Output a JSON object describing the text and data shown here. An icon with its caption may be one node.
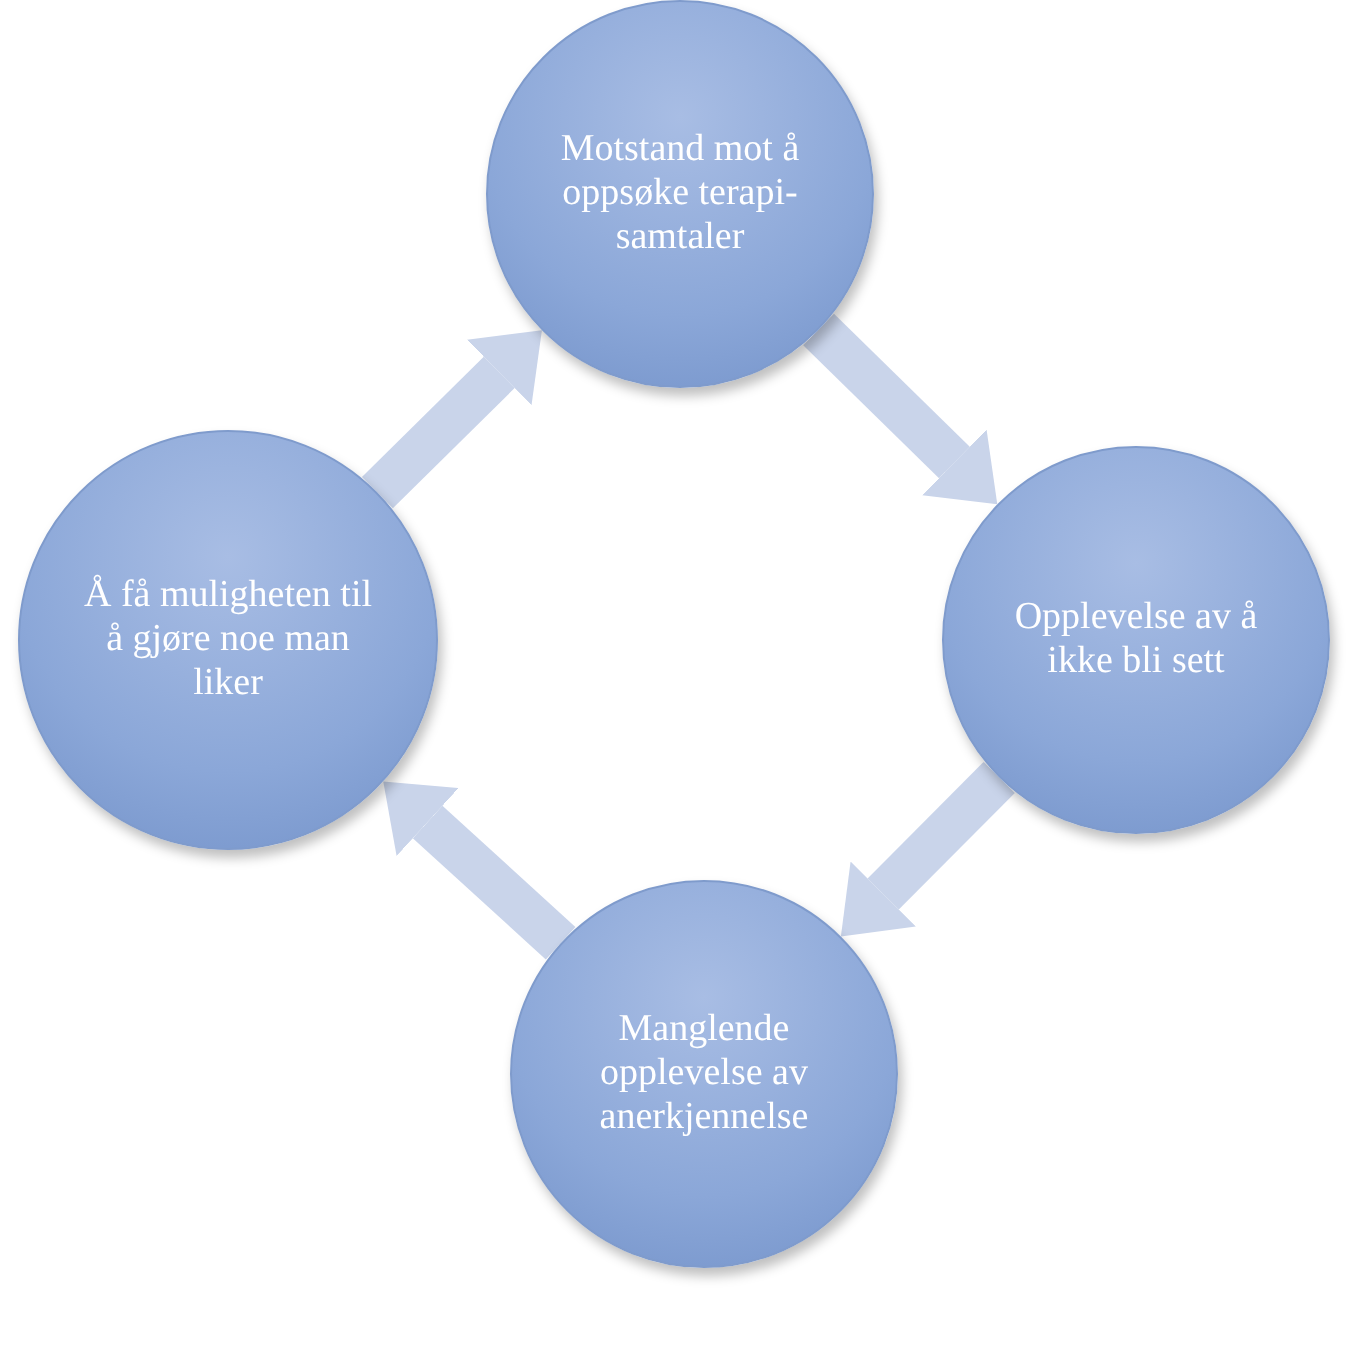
{
  "diagram": {
    "nodes": [
      {
        "text": [
          "Motstand mot å oppsøke terapi-samtaler"
        ]
      },
      {
        "text": [
          "Opplevelse av å ikke bli sett"
        ]
      },
      {
        "text": [
          "Manglende opplevelse av anerkjennelse"
        ]
      },
      {
        "text": [
          "Å få muligheten til å gjøre noe man liker"
        ]
      }
    ],
    "edges": [
      {
        "from": 0,
        "to": 1,
        "arrow": "to"
      },
      {
        "from": 1,
        "to": 2,
        "arrow": "to"
      },
      {
        "from": 2,
        "to": 3,
        "arrow": "to"
      },
      {
        "from": 3,
        "to": 0,
        "arrow": "to"
      }
    ]
  }
}
